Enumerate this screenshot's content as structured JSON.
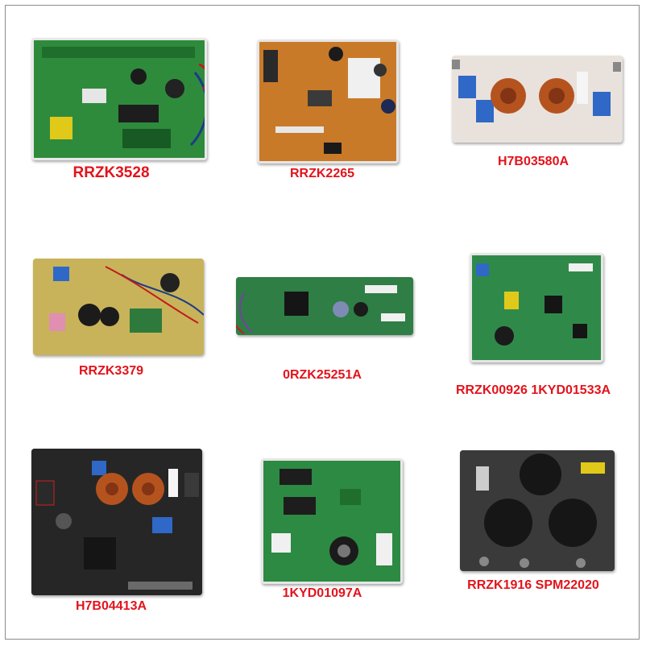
{
  "products": [
    {
      "code": "RRZK3528",
      "board_color": "#2e8b3c"
    },
    {
      "code": "RRZK2265",
      "board_color": "#c97a28"
    },
    {
      "code": "H7B03580A",
      "board_color": "#e9e2dc"
    },
    {
      "code": "RRZK3379",
      "board_color": "#c8b35a"
    },
    {
      "code": "0RZK25251A",
      "board_color": "#2f7e45"
    },
    {
      "code": "RRZK00926 1KYD01533A",
      "board_color": "#2f8a49"
    },
    {
      "code": "H7B04413A",
      "board_color": "#262626"
    },
    {
      "code": "1KYD01097A",
      "board_color": "#2c8a42"
    },
    {
      "code": "RRZK1916 SPM22020",
      "board_color": "#3a3a3a"
    }
  ],
  "accent_color": "#e3131b"
}
